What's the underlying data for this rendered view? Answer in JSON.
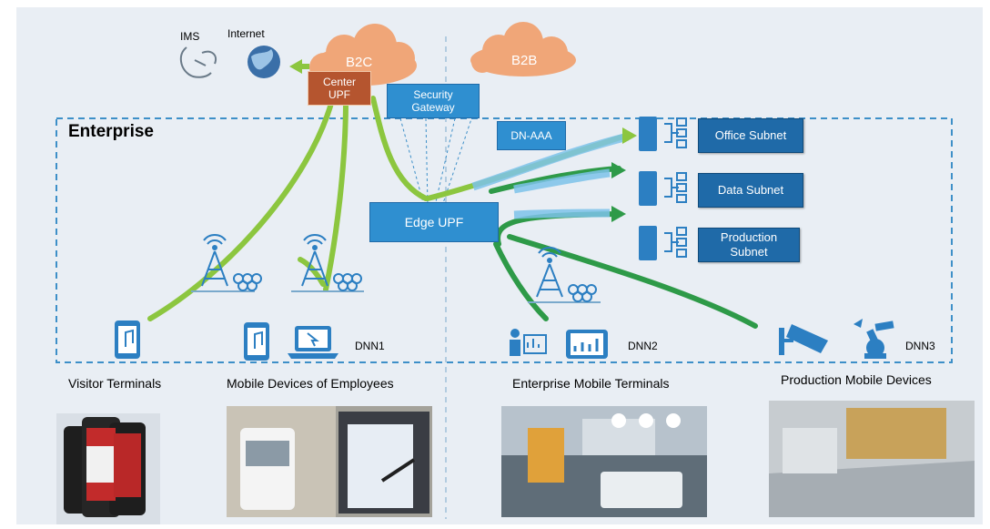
{
  "top": {
    "ims": "IMS",
    "internet": "Internet",
    "b2c": "B2C",
    "b2b": "B2B",
    "center_upf": "Center UPF",
    "security_gateway": "Security Gateway"
  },
  "enterprise": {
    "title": "Enterprise",
    "dn_aaa": "DN-AAA",
    "edge_upf": "Edge UPF",
    "subnets": [
      "Office Subnet",
      "Data Subnet",
      "Production Subnet"
    ],
    "dnn1": "DNN1",
    "dnn2": "DNN2",
    "dnn3": "DNN3"
  },
  "groups": {
    "visitor": "Visitor Terminals",
    "employees": "Mobile Devices of Employees",
    "enterprise_terminals": "Enterprise Mobile Terminals",
    "production": "Production Mobile Devices"
  },
  "colors": {
    "panel": "#e9eef4",
    "green": "#8cc63f",
    "dark_green": "#2e9a48",
    "blue_box": "#1f6aa8",
    "cloud": "#f0a678",
    "center_upf": "#b5552f",
    "dashed": "#3d8fc8"
  },
  "icons": [
    "ims-icon",
    "globe-icon",
    "server-icon",
    "tower-icon",
    "phone-icon",
    "tablet-icon",
    "laptop-icon",
    "terminal-icon",
    "camera-icon",
    "robot-arm-icon"
  ]
}
